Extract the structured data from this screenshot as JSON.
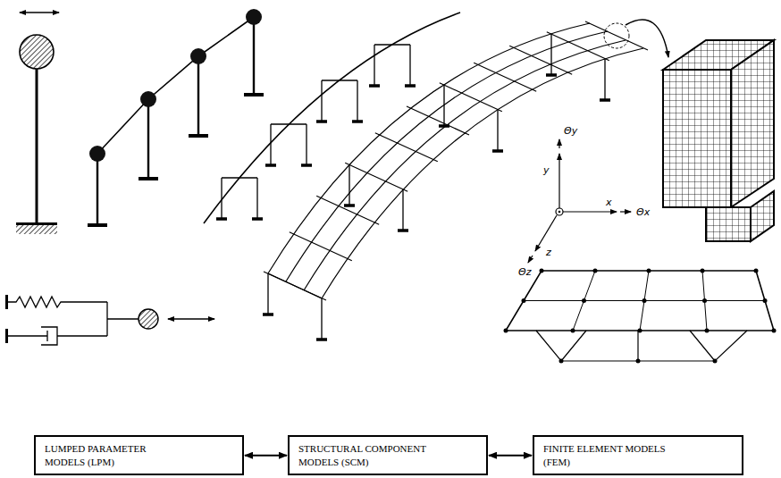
{
  "diagram": {
    "nodes": [
      {
        "text": [
          "LUMPED PARAMETER MODELS (LPM)"
        ]
      },
      {
        "text": [
          "STRUCTURAL COMPONENT MODELS (SCM)"
        ]
      },
      {
        "text": [
          "FINITE ELEMENT MODELS (FEM)"
        ]
      }
    ],
    "edges": [
      {
        "from": 0,
        "to": 1,
        "arrow": "both"
      },
      {
        "from": 1,
        "to": 2,
        "arrow": "both"
      }
    ],
    "labels": [
      "Θy",
      "y",
      "x",
      "Θx",
      "z",
      "Θz"
    ]
  }
}
